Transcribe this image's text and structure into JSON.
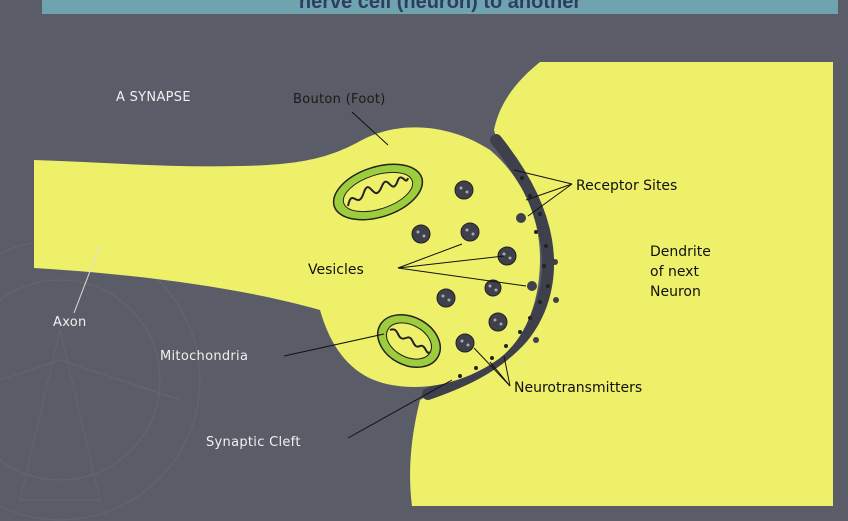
{
  "slide": {
    "title": "nerve cell (neuron) to another"
  },
  "labels": {
    "a_synapse": "A SYNAPSE",
    "bouton": "Bouton (Foot)",
    "receptor_sites": "Receptor Sites",
    "dendrite_line1": "Dendrite",
    "dendrite_line2": "of next",
    "dendrite_line3": "Neuron",
    "vesicles": "Vesicles",
    "axon": "Axon",
    "mitochondria": "Mitochondria",
    "neurotransmitters": "Neurotransmitters",
    "synaptic_cleft": "Synaptic Cleft"
  },
  "colors": {
    "background": "#5a5d68",
    "cell_fill": "#eef06a",
    "membrane": "#3e414b",
    "title_bar": "#6fa3ad",
    "title_text": "#2c3e63",
    "mitochondria_fill": "#9dcc3c"
  }
}
